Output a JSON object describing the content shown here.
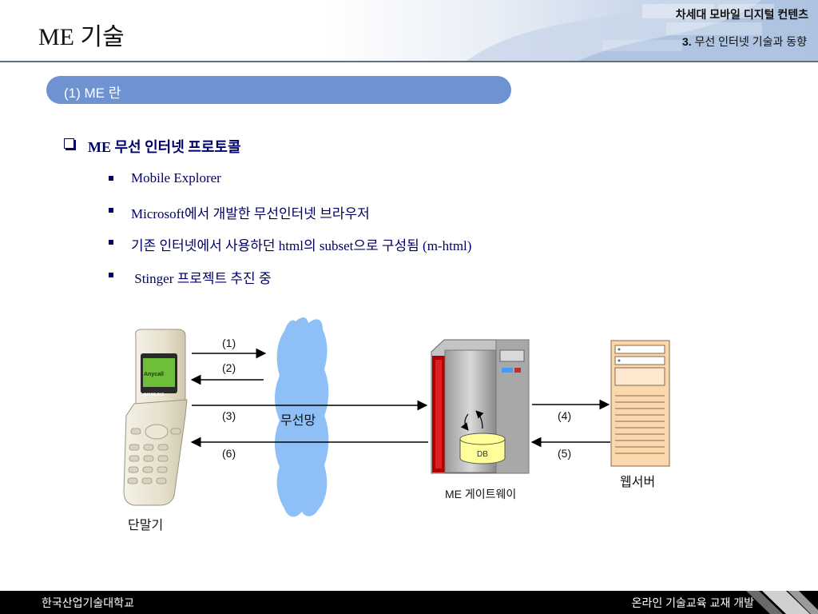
{
  "header": {
    "title": "ME 기술",
    "course": "차세대 모바일 디지털 컨텐츠",
    "section_num": "3.",
    "section_title": "무선 인터넷 기술과 동향"
  },
  "band": {
    "label": "(1) ME 란"
  },
  "heading": "ME 무선 인터넷 프로토콜",
  "bullets": [
    "Mobile Explorer",
    "Microsoft에서 개발한 무선인터넷 브라우저",
    "기존 인터넷에서 사용하던 html의 subset으로 구성됨 (m-html)",
    " Stinger 프로젝트 추진 중"
  ],
  "diagram": {
    "phone_label": "단말기",
    "phone_screen": [
      "Anycall",
      "SAMSUNG"
    ],
    "cloud_label": "무선망",
    "gateway_label": "ME 게이트웨이",
    "db_label": "DB",
    "server_label": "웹서버",
    "steps": [
      "(1)",
      "(2)",
      "(3)",
      "(4)",
      "(5)",
      "(6)"
    ]
  },
  "footer": {
    "left": "한국산업기술대학교",
    "right": "온라인 기술교육 교재 개발"
  }
}
